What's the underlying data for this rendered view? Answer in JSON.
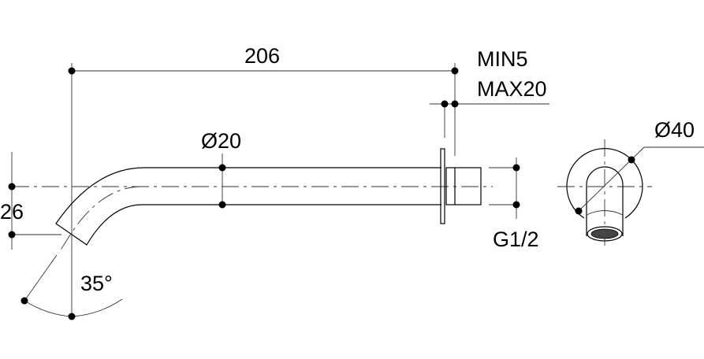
{
  "dimensions": {
    "length": "206",
    "wall_min": "MIN5",
    "wall_max": "MAX20",
    "pipe_diameter": "Ø20",
    "offset": "26",
    "angle": "35°",
    "thread": "G1/2",
    "flange_diameter": "Ø40"
  }
}
